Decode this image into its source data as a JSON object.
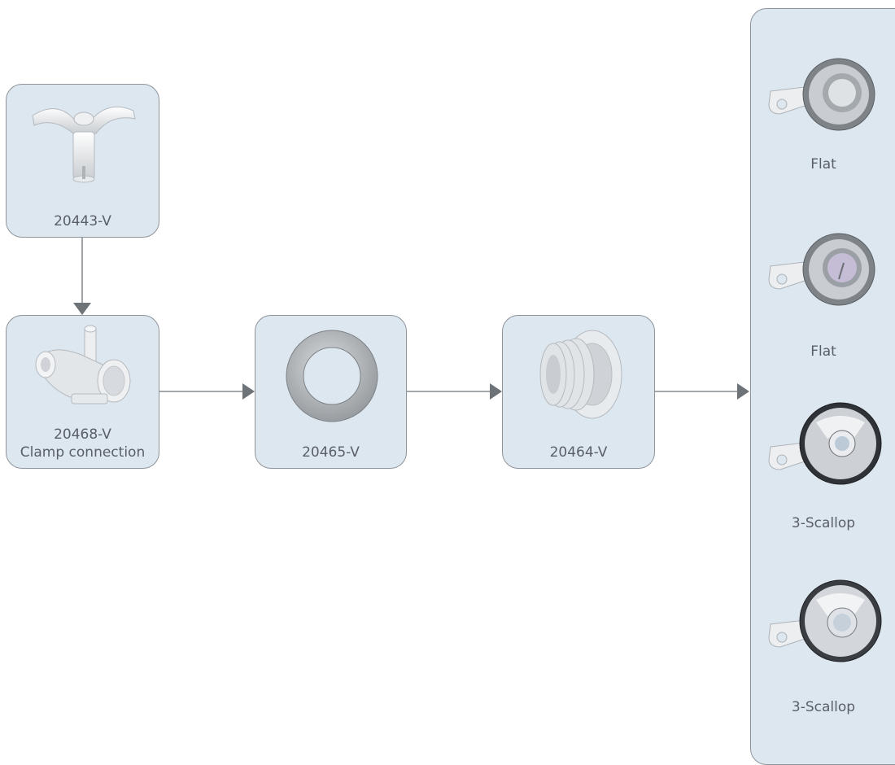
{
  "colors": {
    "card_fill": "#dde7f0",
    "card_border": "#8f949a",
    "arrow": "#6e7378",
    "text": "#5a5f66"
  },
  "parts": [
    {
      "id": "20443",
      "label": "20443-V",
      "icon": "y-fitting-icon"
    },
    {
      "id": "20468",
      "label": "20468-V",
      "sublabel": "Clamp connection",
      "icon": "clamp-fitting-icon"
    },
    {
      "id": "20465",
      "label": "20465-V",
      "icon": "gasket-ring-icon"
    },
    {
      "id": "20464",
      "label": "20464-V",
      "icon": "threaded-body-icon"
    }
  ],
  "jets": [
    {
      "label": "Flat",
      "icon": "flat-jet-icon"
    },
    {
      "label": "Flat",
      "icon": "flat-jet-icon"
    },
    {
      "label": "3-Scallop",
      "icon": "scallop-jet-icon"
    },
    {
      "label": "3-Scallop",
      "icon": "scallop-jet-icon"
    }
  ]
}
